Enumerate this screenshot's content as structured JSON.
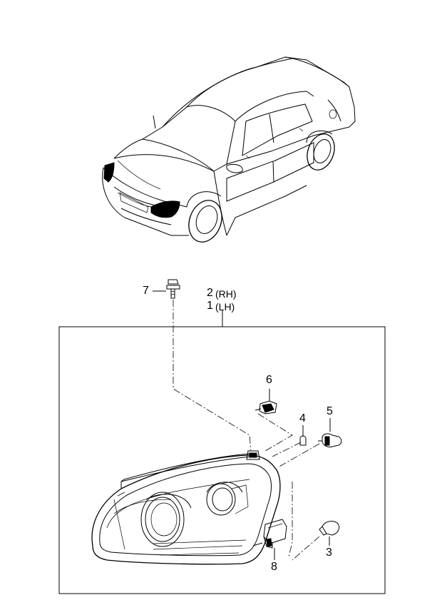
{
  "callouts": {
    "part_1": "1",
    "part_1_side": "(LH)",
    "part_2": "2",
    "part_2_side": "(RH)",
    "part_3": "3",
    "part_4": "4",
    "part_5": "5",
    "part_6": "6",
    "part_7": "7",
    "part_8": "8"
  }
}
